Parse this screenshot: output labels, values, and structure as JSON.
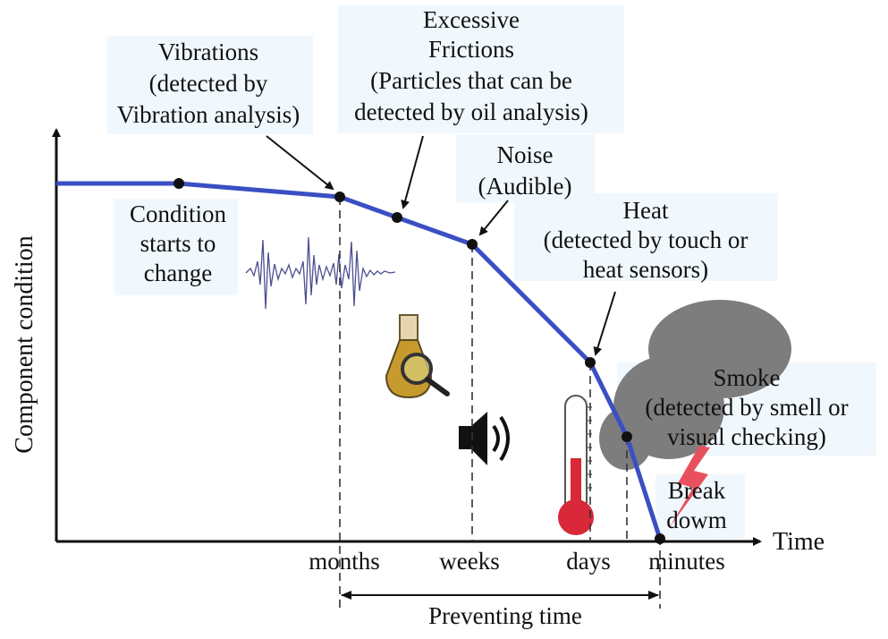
{
  "axes": {
    "y_label": "Component condition",
    "x_label": "Time"
  },
  "stages": [
    {
      "id": "condition",
      "label_lines": [
        "Condition",
        "starts to",
        "change"
      ]
    },
    {
      "id": "vibrations",
      "label_lines": [
        "Vibrations",
        "(detected by",
        "Vibration analysis)"
      ]
    },
    {
      "id": "friction",
      "label_lines": [
        "Excessive",
        "Frictions",
        "(Particles that can be",
        "detected by oil analysis)"
      ]
    },
    {
      "id": "noise",
      "label_lines": [
        "Noise",
        "(Audible)"
      ]
    },
    {
      "id": "heat",
      "label_lines": [
        "Heat",
        "(detected by touch or",
        "heat sensors)"
      ]
    },
    {
      "id": "smoke",
      "label_lines": [
        "Smoke",
        "(detected by smell or",
        "visual checking)"
      ]
    },
    {
      "id": "breakdown",
      "label_lines": [
        "Break",
        "dowm"
      ]
    }
  ],
  "time_ticks": [
    "months",
    "weeks",
    "days",
    "minutes"
  ],
  "preventing_time": "Preventing time",
  "icons": [
    "vibration-waveform-icon",
    "oil-flask-magnifier-icon",
    "speaker-icon",
    "thermometer-icon",
    "smoke-cloud-icon",
    "lightning-bolt-icon"
  ],
  "colors": {
    "curve": "#3a4fc4",
    "axis": "#111111",
    "label_bg": "#f1f8fd",
    "smoke": "#7d7d7d",
    "thermometer": "#d8283a",
    "lightning": "#e8505e",
    "flask": "#c79a2e"
  }
}
